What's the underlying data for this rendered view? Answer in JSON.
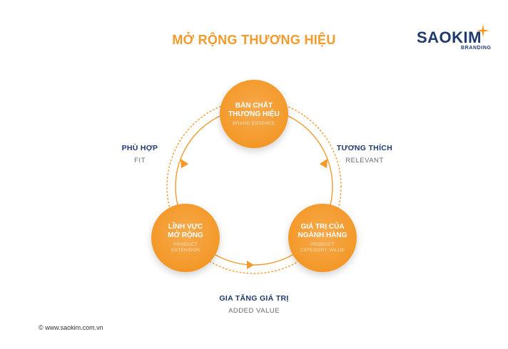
{
  "title": "MỞ RỘNG THƯƠNG HIỆU",
  "logo": {
    "main": "SAOKIM",
    "sub": "BRANDING"
  },
  "nodes": {
    "top": {
      "main": "BẢN CHẤT\nTHƯƠNG HIỆU",
      "sub": "BRAND ESSENCE"
    },
    "right": {
      "main": "GIÁ TRỊ CỦA\nNGÀNH HÀNG",
      "sub": "PRODUCT\nCATEGORY VALUE"
    },
    "left": {
      "main": "LĨNH VỰC\nMỞ RỘNG",
      "sub": "PRODUCT\nEXTENSION"
    }
  },
  "labels": {
    "left": {
      "main": "PHÙ HỢP",
      "sub": "FIT"
    },
    "right": {
      "main": "TƯƠNG THÍCH",
      "sub": "RELEVANT"
    },
    "bottom": {
      "main": "GIA TĂNG GIÁ TRỊ",
      "sub": "ADDED VALUE"
    }
  },
  "footer": "© www.saokim.com.vn",
  "colors": {
    "accent": "#f39a2b",
    "navy": "#1f3a6d",
    "gray": "#6b6b6b"
  }
}
